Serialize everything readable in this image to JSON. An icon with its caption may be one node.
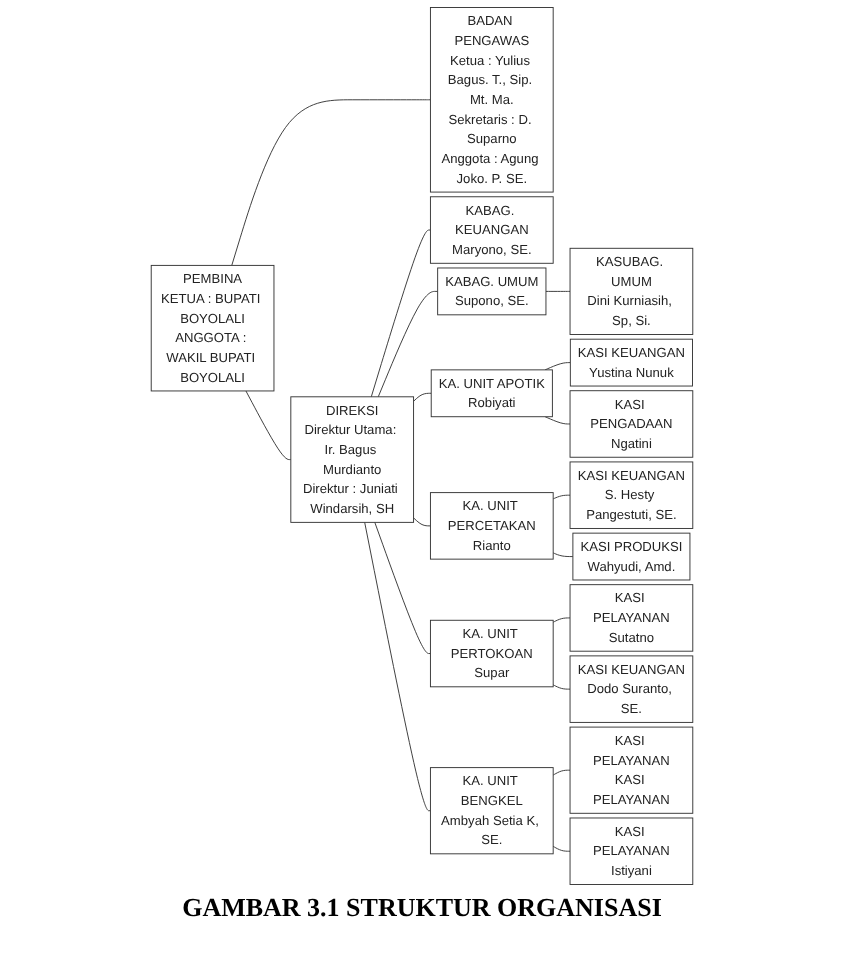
{
  "diagram": {
    "caption": "GAMBAR 3.1 STRUKTUR ORGANISASI",
    "nodes": [
      {
        "text": [
          "PEMBINA",
          "KETUA : BUPATI BOYOLALI",
          "ANGGOTA : WAKIL BUPATI BOYOLALI"
        ]
      },
      {
        "text": [
          "BADAN PENGAWAS",
          "Ketua : Yulius Bagus. T., Sip. Mt. Ma.",
          "Sekretaris : D. Suparno",
          "Anggota : Agung Joko. P. SE."
        ]
      },
      {
        "text": [
          "DIREKSI",
          "Direktur Utama: Ir. Bagus Murdianto",
          "Direktur : Juniati Windarsih, SH"
        ]
      },
      {
        "text": [
          "KABAG. KEUANGAN",
          "Maryono, SE."
        ]
      },
      {
        "text": [
          "KABAG. UMUM",
          "Supono, SE."
        ]
      },
      {
        "text": [
          "KASUBAG. UMUM",
          "Dini Kurniasih, Sp, Si."
        ]
      },
      {
        "text": [
          "KA. UNIT APOTIK",
          "Robiyati"
        ]
      },
      {
        "text": [
          "KASI KEUANGAN",
          "Yustina Nunuk"
        ]
      },
      {
        "text": [
          "KASI PENGADAAN",
          "Ngatini"
        ]
      },
      {
        "text": [
          "KA. UNIT PERCETAKAN",
          "Rianto"
        ]
      },
      {
        "text": [
          "KASI KEUANGAN",
          "S. Hesty Pangestuti, SE."
        ]
      },
      {
        "text": [
          "KASI PRODUKSI",
          "Wahyudi, Amd."
        ]
      },
      {
        "text": [
          "KA. UNIT PERTOKOAN",
          "Supar"
        ]
      },
      {
        "text": [
          "KASI PELAYANAN",
          "Sutatno"
        ]
      },
      {
        "text": [
          "KASI KEUANGAN",
          "Dodo Suranto, SE."
        ]
      },
      {
        "text": [
          "KA. UNIT BENGKEL",
          "Ambyah Setia K, SE."
        ]
      },
      {
        "text": [
          "KASI PELAYANAN",
          "KASI PELAYANAN"
        ]
      },
      {
        "text": [
          "KASI PELAYANAN",
          "Istiyani"
        ]
      }
    ],
    "edges": [
      {
        "from": 0,
        "to": 1,
        "arrow": "none"
      },
      {
        "from": 0,
        "to": 2,
        "arrow": "none"
      },
      {
        "from": 2,
        "to": 3,
        "arrow": "none"
      },
      {
        "from": 2,
        "to": 4,
        "arrow": "none"
      },
      {
        "from": 4,
        "to": 5,
        "arrow": "none"
      },
      {
        "from": 2,
        "to": 6,
        "arrow": "none"
      },
      {
        "from": 2,
        "to": 9,
        "arrow": "none"
      },
      {
        "from": 2,
        "to": 12,
        "arrow": "none"
      },
      {
        "from": 2,
        "to": 15,
        "arrow": "none"
      },
      {
        "from": 6,
        "to": 7,
        "arrow": "none"
      },
      {
        "from": 6,
        "to": 8,
        "arrow": "none"
      },
      {
        "from": 9,
        "to": 10,
        "arrow": "none"
      },
      {
        "from": 9,
        "to": 11,
        "arrow": "none"
      },
      {
        "from": 12,
        "to": 13,
        "arrow": "none"
      },
      {
        "from": 12,
        "to": 14,
        "arrow": "none"
      },
      {
        "from": 15,
        "to": 16,
        "arrow": "none"
      },
      {
        "from": 15,
        "to": 17,
        "arrow": "none"
      }
    ]
  }
}
